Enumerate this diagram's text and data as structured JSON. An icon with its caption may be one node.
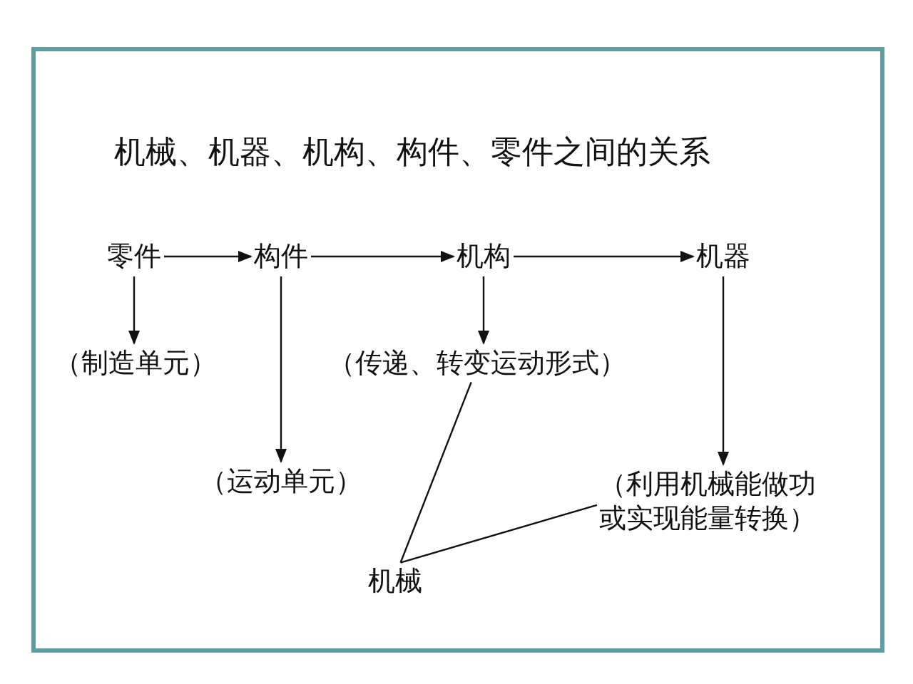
{
  "diagram": {
    "title": "机械、机器、机构、构件、零件之间的关系",
    "nodes": [
      {
        "text": [
          "零件"
        ]
      },
      {
        "text": [
          "构件"
        ]
      },
      {
        "text": [
          "机构"
        ]
      },
      {
        "text": [
          "机器"
        ]
      },
      {
        "text": [
          "（制造单元）"
        ]
      },
      {
        "text": [
          "（运动单元）"
        ]
      },
      {
        "text": [
          "（传递、转变运动形式）"
        ]
      },
      {
        "text": [
          "（利用机械能做功或实现能量转换）"
        ]
      },
      {
        "text": [
          "机械"
        ]
      }
    ],
    "edges": [
      {
        "from": 0,
        "to": 1,
        "arrow": "to"
      },
      {
        "from": 1,
        "to": 2,
        "arrow": "to"
      },
      {
        "from": 2,
        "to": 3,
        "arrow": "to"
      },
      {
        "from": 0,
        "to": 4,
        "arrow": "to"
      },
      {
        "from": 1,
        "to": 5,
        "arrow": "to"
      },
      {
        "from": 2,
        "to": 6,
        "arrow": "to"
      },
      {
        "from": 3,
        "to": 7,
        "arrow": "to"
      },
      {
        "from": 8,
        "to": 6,
        "arrow": "none"
      },
      {
        "from": 8,
        "to": 7,
        "arrow": "none"
      }
    ]
  }
}
